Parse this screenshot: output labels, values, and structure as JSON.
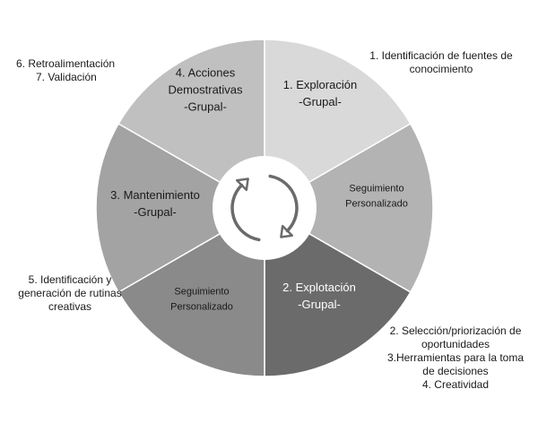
{
  "segments": [
    {
      "id": "exploracion",
      "lines": [
        "1. Exploración",
        "-Grupal-"
      ],
      "fill": "#d9d9d9",
      "text_color": "#1a1a1a"
    },
    {
      "id": "seguimiento-1",
      "lines": [
        "Seguimiento",
        "Personalizado"
      ],
      "fill": "#b3b3b3",
      "text_color": "#1a1a1a"
    },
    {
      "id": "explotacion",
      "lines": [
        "2. Explotación",
        "-Grupal-"
      ],
      "fill": "#6b6b6b",
      "text_color": "#ffffff"
    },
    {
      "id": "seguimiento-2",
      "lines": [
        "Seguimiento",
        "Personalizado"
      ],
      "fill": "#8a8a8a",
      "text_color": "#1a1a1a"
    },
    {
      "id": "mantenimiento",
      "lines": [
        "3. Mantenimiento",
        "-Grupal-"
      ],
      "fill": "#a3a3a3",
      "text_color": "#1a1a1a"
    },
    {
      "id": "acciones",
      "lines": [
        "4. Acciones",
        "Demostrativas",
        "-Grupal-"
      ],
      "fill": "#c0c0c0",
      "text_color": "#1a1a1a"
    }
  ],
  "notes": {
    "top_left": [
      "6. Retroalimentación",
      "7. Validación"
    ],
    "top_right": [
      "1. Identificación de fuentes de",
      "conocimiento"
    ],
    "bottom_left": [
      "5. Identificación y",
      "generación de rutinas",
      "creativas"
    ],
    "bottom_right": [
      "2. Selección/priorización de",
      "oportunidades",
      "3.Herramientas para la toma",
      "de decisiones",
      "4. Creatividad"
    ]
  },
  "center_icon": "refresh-cycle-icon",
  "colors": {
    "hub": "#ffffff",
    "icon": "#6b6b6b",
    "divider": "#ffffff"
  }
}
